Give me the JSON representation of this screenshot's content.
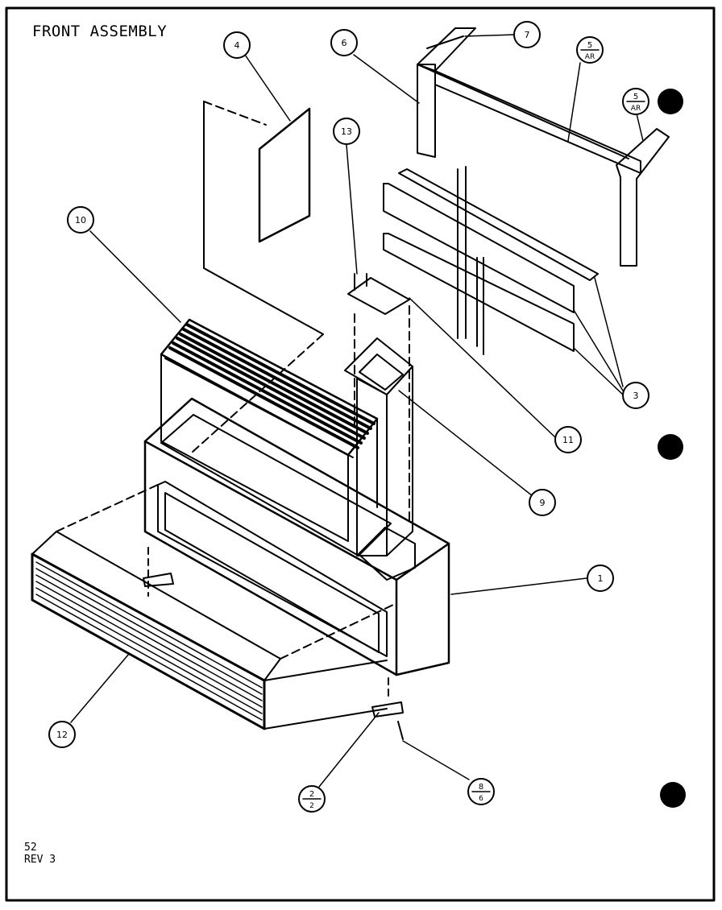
{
  "page_title": "FRONT ASSEMBLY",
  "footer": {
    "page": "52",
    "revision": "REV 3"
  },
  "callouts": [
    {
      "id": "c1",
      "label": "1"
    },
    {
      "id": "c2",
      "label": "2",
      "sub": "2"
    },
    {
      "id": "c3",
      "label": "3"
    },
    {
      "id": "c4",
      "label": "4"
    },
    {
      "id": "c5a",
      "label": "5",
      "sub": "AR"
    },
    {
      "id": "c5b",
      "label": "5",
      "sub": "AR"
    },
    {
      "id": "c6",
      "label": "6"
    },
    {
      "id": "c7",
      "label": "7"
    },
    {
      "id": "c8",
      "label": "8",
      "sub": "6"
    },
    {
      "id": "c9",
      "label": "9"
    },
    {
      "id": "c10",
      "label": "10"
    },
    {
      "id": "c11",
      "label": "11"
    },
    {
      "id": "c12",
      "label": "12"
    },
    {
      "id": "c13",
      "label": "13"
    }
  ],
  "colors": {
    "ink": "#000000",
    "paper": "#ffffff"
  }
}
